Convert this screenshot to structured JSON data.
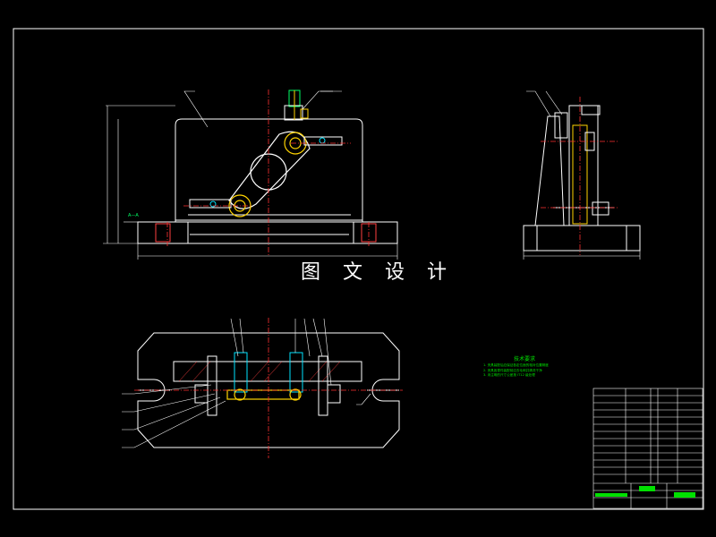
{
  "watermark": "图 文 设 计",
  "section_label": "A—A",
  "tech_requirements": {
    "title": "技术要求",
    "lines": [
      "1. 夹具装配后应保证各定位面的相对位置精度",
      "2. 夹具各零件装配前应去毛刺并清洗干净",
      "3. 未注明的尺寸公差按 IT12 级处理"
    ]
  },
  "colors": {
    "background": "#000000",
    "frame": "#ffffff",
    "outline": "#ffffff",
    "hidden_part": "#00e5ff",
    "centerline": "#ff3030",
    "workpiece": "#ffd400",
    "dimension": "#ffffff",
    "annotation": "#00ff00"
  }
}
